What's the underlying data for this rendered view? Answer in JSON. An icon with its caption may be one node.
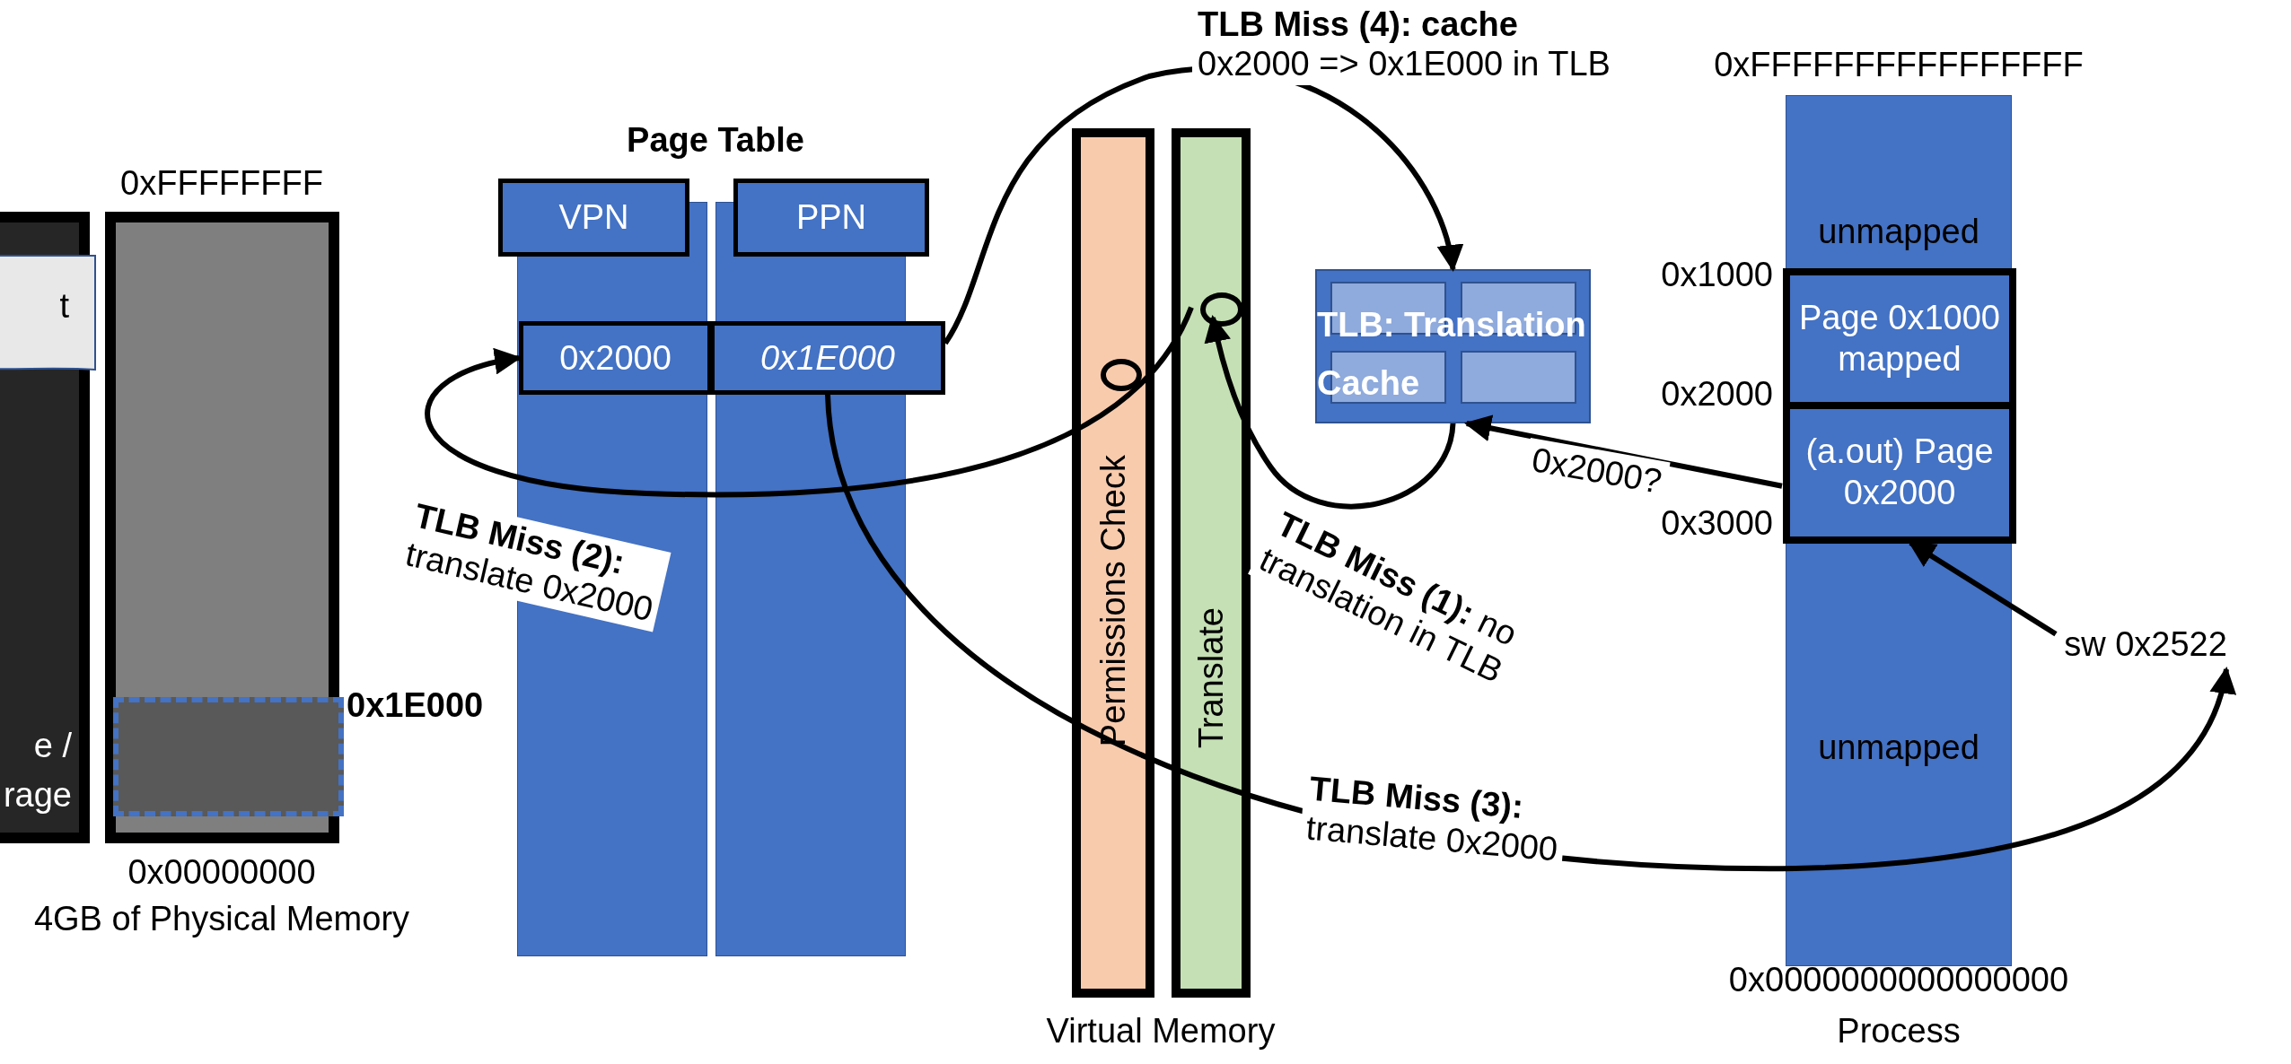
{
  "diagram": {
    "nodes": [
      {
        "text": [
          "e / rage"
        ]
      },
      {
        "text": [
          "t"
        ],
        "in": 0
      },
      {
        "text": [],
        "shape": "bar",
        "beside": [
          "0xFFFFFFFF",
          "0x00000000",
          "4GB of Physical Memory"
        ]
      },
      {
        "text": [],
        "shape": "box",
        "in": 2,
        "beside": [
          "0x1E000"
        ]
      },
      {
        "text": [
          "VPN"
        ]
      },
      {
        "text": [
          "PPN"
        ]
      },
      {
        "text": [
          "0x2000"
        ]
      },
      {
        "text": [
          "0x1E000"
        ]
      },
      {
        "text": [
          "Permissions Check"
        ]
      },
      {
        "text": [],
        "shape": "circle",
        "in": 8
      },
      {
        "text": [
          "Translate"
        ]
      },
      {
        "text": [],
        "shape": "circle",
        "in": 10
      },
      {
        "text": [
          "TLB: Translation Cache"
        ]
      },
      {
        "text": [
          "unmapped",
          "unmapped"
        ],
        "beside": [
          "0xFFFFFFFFFFFFFFFF",
          "0x0000000000000000",
          "Process"
        ]
      },
      {
        "text": [
          "Page 0x1000 mapped"
        ],
        "in": 13
      },
      {
        "text": [
          "(a.out) Page 0x2000"
        ],
        "in": 13
      },
      {
        "text": [
          "sw 0x2522"
        ]
      }
    ],
    "edges": [
      {
        "from": 16,
        "to": 15,
        "arrow": "to"
      },
      {
        "from": 15,
        "to": 12,
        "arrow": "to",
        "label": "0x2000?"
      },
      {
        "from": 12,
        "to": 11,
        "arrow": "to",
        "label": "**TLB Miss (1):** no translation in TLB"
      },
      {
        "from": 11,
        "to": 6,
        "arrow": "to",
        "label": "**TLB Miss (2):** translate 0x2000"
      },
      {
        "from": 7,
        "to": 16,
        "arrow": "to",
        "label": "**TLB Miss (3):** translate 0x2000"
      },
      {
        "from": 7,
        "to": 12,
        "arrow": "to",
        "label": "**TLB Miss (4): cache** 0x2000 => 0x1E000 in TLB"
      }
    ],
    "labels": [
      "Page Table",
      "0x1000",
      "0x2000",
      "0x3000",
      "Virtual Memory"
    ]
  }
}
